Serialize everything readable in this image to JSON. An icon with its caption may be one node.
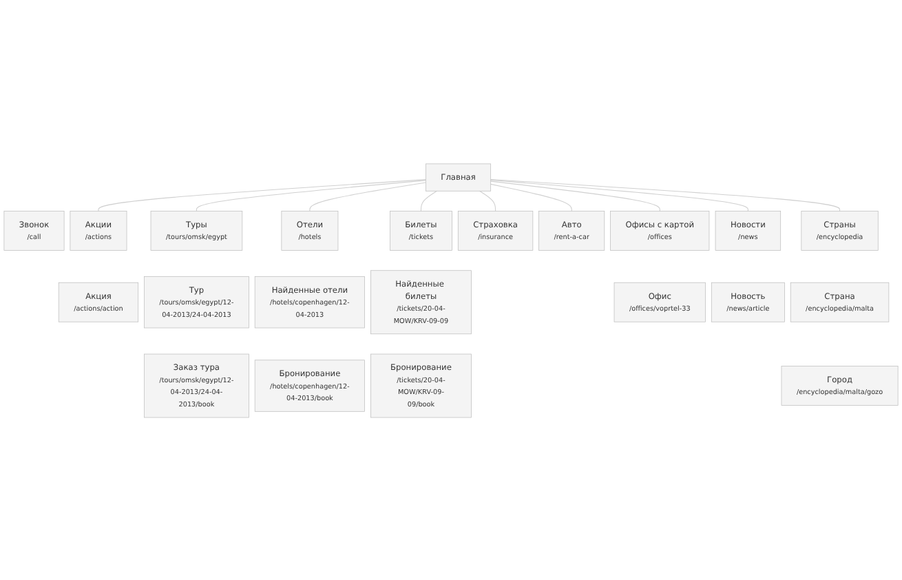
{
  "diagram": {
    "nodes": [
      {
        "text": [
          "Главная"
        ]
      },
      {
        "text": [
          "Звонок",
          "/call"
        ]
      },
      {
        "text": [
          "Акции",
          "/actions"
        ]
      },
      {
        "text": [
          "Туры",
          "/tours/omsk/egypt"
        ]
      },
      {
        "text": [
          "Отели",
          "/hotels"
        ]
      },
      {
        "text": [
          "Билеты",
          "/tickets"
        ]
      },
      {
        "text": [
          "Страховка",
          "/insurance"
        ]
      },
      {
        "text": [
          "Авто",
          "/rent-a-car"
        ]
      },
      {
        "text": [
          "Офисы с картой",
          "/offices"
        ]
      },
      {
        "text": [
          "Новости",
          "/news"
        ]
      },
      {
        "text": [
          "Страны",
          "/encyclopedia"
        ]
      },
      {
        "text": [
          "Акция",
          "/actions/action"
        ]
      },
      {
        "text": [
          "Тур",
          "/tours/omsk/egypt/12-04-2013/24-04-2013"
        ]
      },
      {
        "text": [
          "Найденные отели",
          "/hotels/copenhagen/12-04-2013"
        ]
      },
      {
        "text": [
          "Найденные билеты",
          "/tickets/20-04-MOW/KRV-09-09"
        ]
      },
      {
        "text": [
          "Офис",
          "/offices/voprtel-33"
        ]
      },
      {
        "text": [
          "Новость",
          "/news/article"
        ]
      },
      {
        "text": [
          "Страна",
          "/encyclopedia/malta"
        ]
      },
      {
        "text": [
          "Заказ тура",
          "/tours/omsk/egypt/12-04-2013/24-04-2013/book"
        ]
      },
      {
        "text": [
          "Бронирование",
          "/hotels/copenhagen/12-04-2013/book"
        ]
      },
      {
        "text": [
          "Бронирование",
          "/tickets/20-04-MOW/KRV-09-09/book"
        ]
      },
      {
        "text": [
          "Город",
          "/encyclopedia/malta/gozo"
        ]
      }
    ],
    "edges": [
      {
        "from": 0,
        "to": 2,
        "arrow": "none"
      },
      {
        "from": 0,
        "to": 3,
        "arrow": "none"
      },
      {
        "from": 0,
        "to": 4,
        "arrow": "none"
      },
      {
        "from": 0,
        "to": 5,
        "arrow": "none"
      },
      {
        "from": 0,
        "to": 6,
        "arrow": "none"
      },
      {
        "from": 0,
        "to": 7,
        "arrow": "none"
      },
      {
        "from": 0,
        "to": 8,
        "arrow": "none"
      },
      {
        "from": 0,
        "to": 9,
        "arrow": "none"
      },
      {
        "from": 0,
        "to": 10,
        "arrow": "none"
      }
    ]
  }
}
